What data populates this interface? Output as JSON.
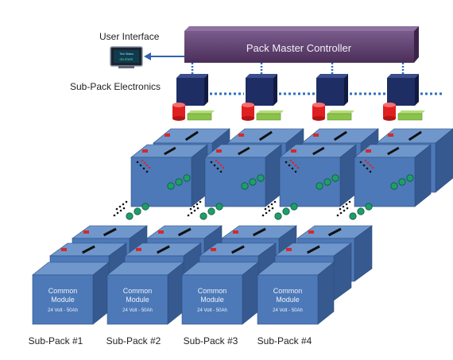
{
  "diagram": {
    "user_interface_label": "User Interface",
    "ui_screen_text": [
      "Trim Status",
      "ON STATE"
    ],
    "controller_label": "Pack Master Controller",
    "subpack_electronics_label": "Sub-Pack Electronics",
    "module_title": "Common Module",
    "module_title_line1": "Common",
    "module_title_line2": "Module",
    "module_spec": "24 Volt - 50Ah",
    "subpack_labels": [
      "Sub-Pack #1",
      "Sub-Pack #2",
      "Sub-Pack #3",
      "Sub-Pack #4"
    ],
    "colors": {
      "controller": "#5a3c6a",
      "electronics": "#1e2d63",
      "module_front": "#4d79b8",
      "module_top": "#6f97cc",
      "module_side": "#36598f",
      "terminal_red": "#d42a2a",
      "fuse_red": "#e02020",
      "board_green": "#8bc34a",
      "led_green": "#1e9e6a",
      "link_dots": "#2d6fc1"
    }
  }
}
